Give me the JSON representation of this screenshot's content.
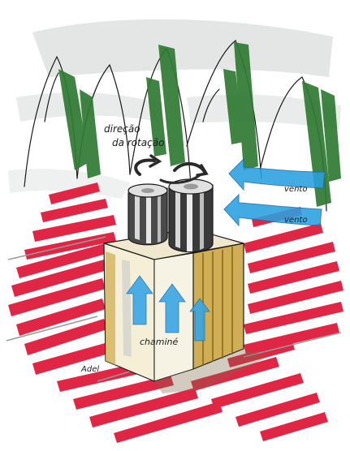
{
  "labels": {
    "rotation_line1": "direção",
    "rotation_line2": "da rotação",
    "wind_upper": "vento",
    "wind_lower": "vento",
    "chimney": "chaminé",
    "signature": "Adel"
  },
  "colors": {
    "background": "#ffffff",
    "foliage_green": "#2f7a32",
    "ground_red": "#e02645",
    "wind_blue": "#2aa0e0",
    "updraft_blue": "#3aa6e6",
    "box_tan": "#cfae55",
    "box_shadow": "#8a6a1a",
    "turbine_dark": "#3a3a3a",
    "turbine_light": "#d9d9d9",
    "sky_gray": "#cfd3d3",
    "ink": "#1a1a1a"
  },
  "icons": {
    "rotation": "rotation-arrows-icon",
    "wind": "wind-arrow-icon",
    "updraft": "updraft-arrow-icon"
  }
}
